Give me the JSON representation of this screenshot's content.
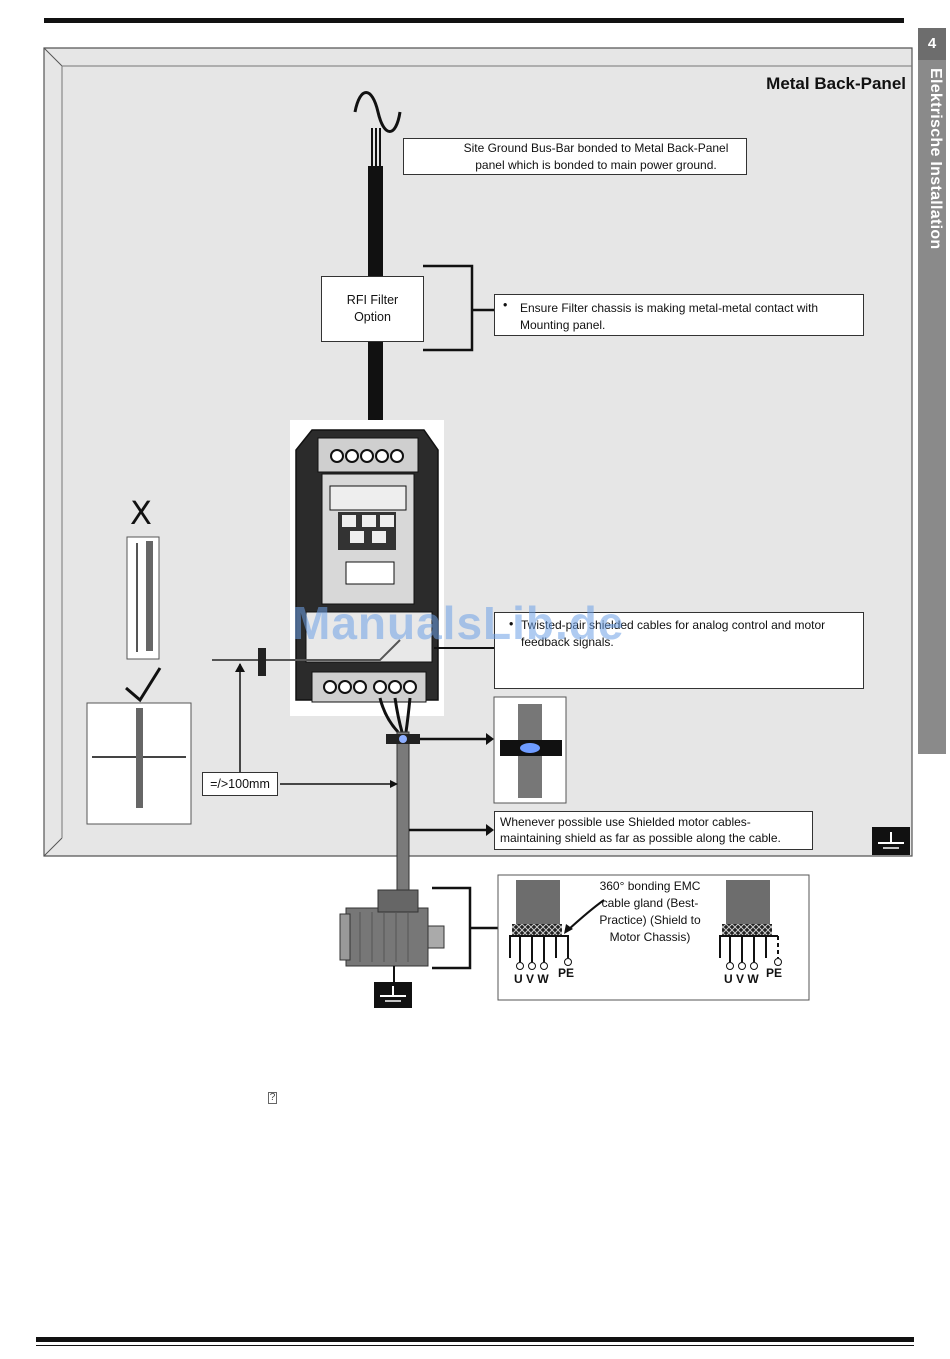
{
  "side_tab": {
    "number": "4",
    "title": "Elektrische Installation"
  },
  "panel": {
    "title": "Metal Back-Panel"
  },
  "labels": {
    "ground_busbar": "Site Ground Bus-Bar bonded to Metal Back-Panel panel which is bonded to main power ground.",
    "rfi_filter": "RFI Filter Option",
    "filter_contact": "Ensure Filter chassis is making metal-metal contact with Mounting panel.",
    "twisted_pair": "Twisted-pair shielded cables for analog control and motor feedback signals.",
    "distance": "=/>100mm",
    "shielded_motor": "Whenever possible use Shielded motor cables- maintaining shield as far as possible along the cable.",
    "bonding": "360° bonding EMC cable gland (Best-Practice) (Shield to Motor Chassis)",
    "motor_terminals_1": "U V W",
    "pe_1": "PE",
    "motor_terminals_2": "U V W",
    "pe_2": "PE",
    "wrong_mark": "X"
  },
  "watermark": "ManualsLib.de",
  "colors": {
    "panel_fill": "#e6e6e6",
    "panel_border": "#555555",
    "tab_gray": "#8a8a8a",
    "cable": "#1a1a1a",
    "shield_cable": "#7a7a7a"
  }
}
